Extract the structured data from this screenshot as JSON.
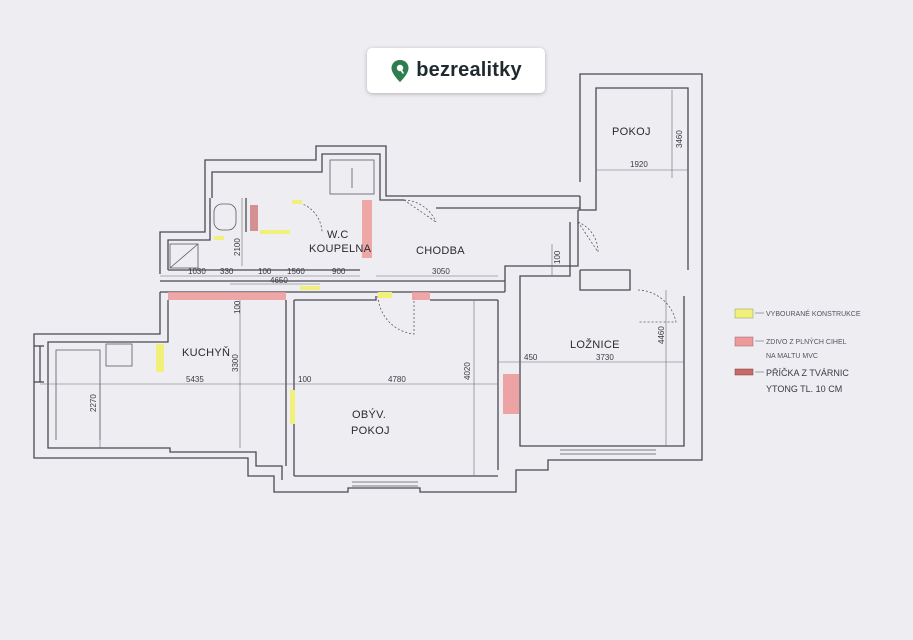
{
  "logo": {
    "text": "bezrealitky",
    "icon": "location-pin-icon",
    "icon_color": "#2e7d4f"
  },
  "rooms": {
    "pokoj": "POKOJ",
    "wc_line1": "W.C",
    "wc_line2": "KOUPELNA",
    "chodba": "CHODBA",
    "kuchyn": "KUCHYŇ",
    "obyv_line1": "OBÝV.",
    "obyv_line2": "POKOJ",
    "loznice": "LOŽNICE"
  },
  "dimensions": {
    "pokoj_height": "3460",
    "pokoj_width": "1920",
    "chodba_width": "3050",
    "chodba_door": "100",
    "wc_a": "1030",
    "wc_b": "330",
    "wc_c": "100",
    "wc_d": "1560",
    "wc_e": "900",
    "wc_total": "4650",
    "wc_height": "2100",
    "kuchyn_top": "100",
    "kuchyn_height": "3300",
    "kuchyn_width": "5435",
    "kuchyn_left": "2270",
    "obyv_left": "100",
    "obyv_width": "4780",
    "obyv_height": "4020",
    "loznice_left": "450",
    "loznice_width": "3730",
    "loznice_height": "4460"
  },
  "legend": [
    {
      "color": "#f0f07a",
      "text": "VYBOURANÉ KONSTRUKCE"
    },
    {
      "color": "#ec9a9a",
      "text_line1": "ZDIVO Z PLNÝCH CIHEL",
      "text_line2": "NA MALTU MVC"
    },
    {
      "color": "#c86a6a",
      "text_line1": "PŘÍČKA Z TVÁRNIC",
      "text_line2": "YTONG TL. 10 CM"
    }
  ]
}
